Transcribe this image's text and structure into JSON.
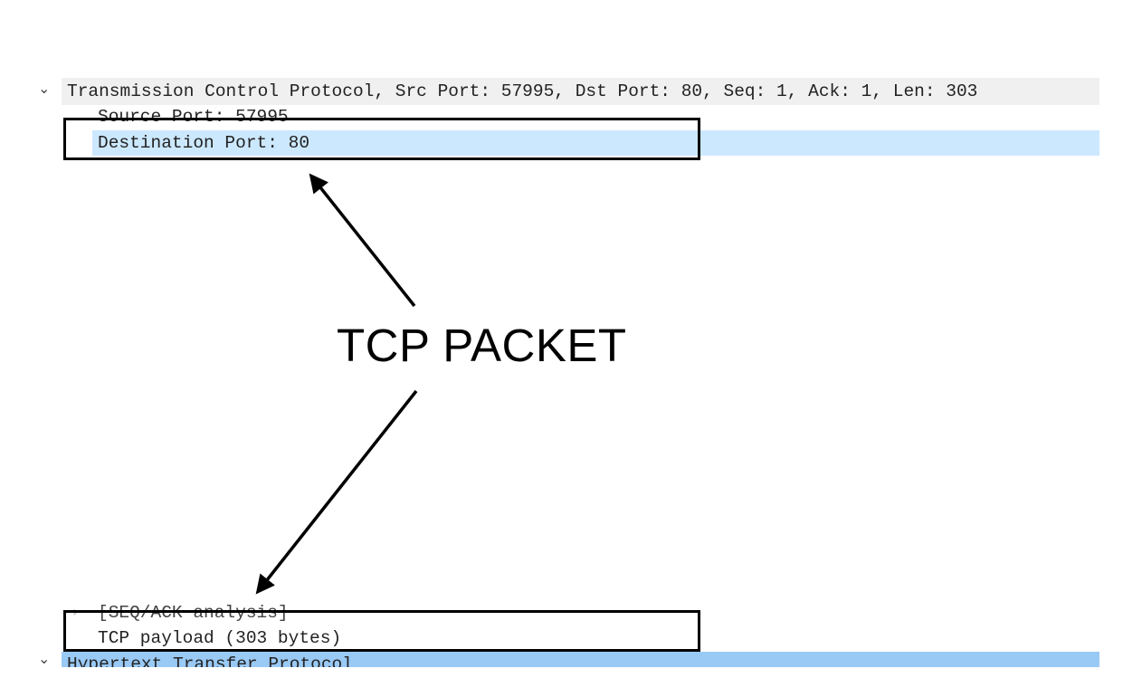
{
  "tree": {
    "tcp_header": "Transmission Control Protocol, Src Port: 57995, Dst Port: 80, Seq: 1, Ack: 1, Len: 303",
    "source_port": "Source Port: 57995",
    "destination_port": "Destination Port: 80",
    "seq_ack": "[SEQ/ACK analysis]",
    "tcp_payload": "TCP payload (303 bytes)",
    "http": "Hypertext Transfer Protocol"
  },
  "annotation": {
    "label": "TCP PACKET"
  },
  "colors": {
    "selected": "#cce8ff",
    "header_bg": "#f0f0f0",
    "http_bg": "#99c9f5"
  }
}
